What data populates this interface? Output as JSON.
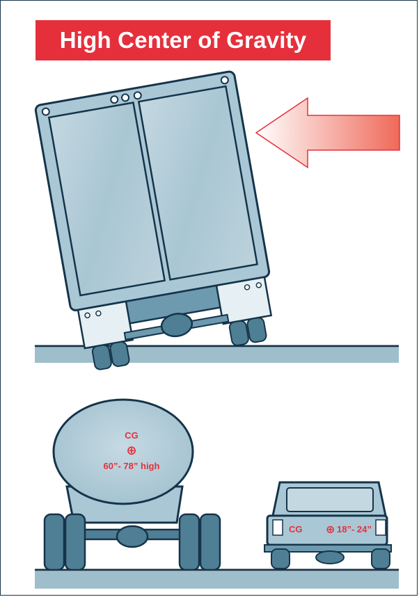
{
  "title": "High Center of Gravity",
  "colors": {
    "title_bg": "#e5303c",
    "title_text": "#ffffff",
    "outline": "#15344a",
    "body_fill": "#a9c7d5",
    "glass_fill": "#b7cfda",
    "wheel_fill": "#6d9aae",
    "ground": "#9ebecb",
    "arrow_start": "#ffffff",
    "arrow_end": "#ef6a5a",
    "label_red": "#e5303c"
  },
  "tanker": {
    "cg_label": "CG",
    "cg_symbol": "⊕",
    "height_label": "60”- 78” high"
  },
  "pickup": {
    "cg_label": "CG",
    "cg_symbol": "⊕",
    "height_label": "18”- 24”"
  },
  "arrow": {
    "direction": "left",
    "meaning": "force-direction"
  }
}
